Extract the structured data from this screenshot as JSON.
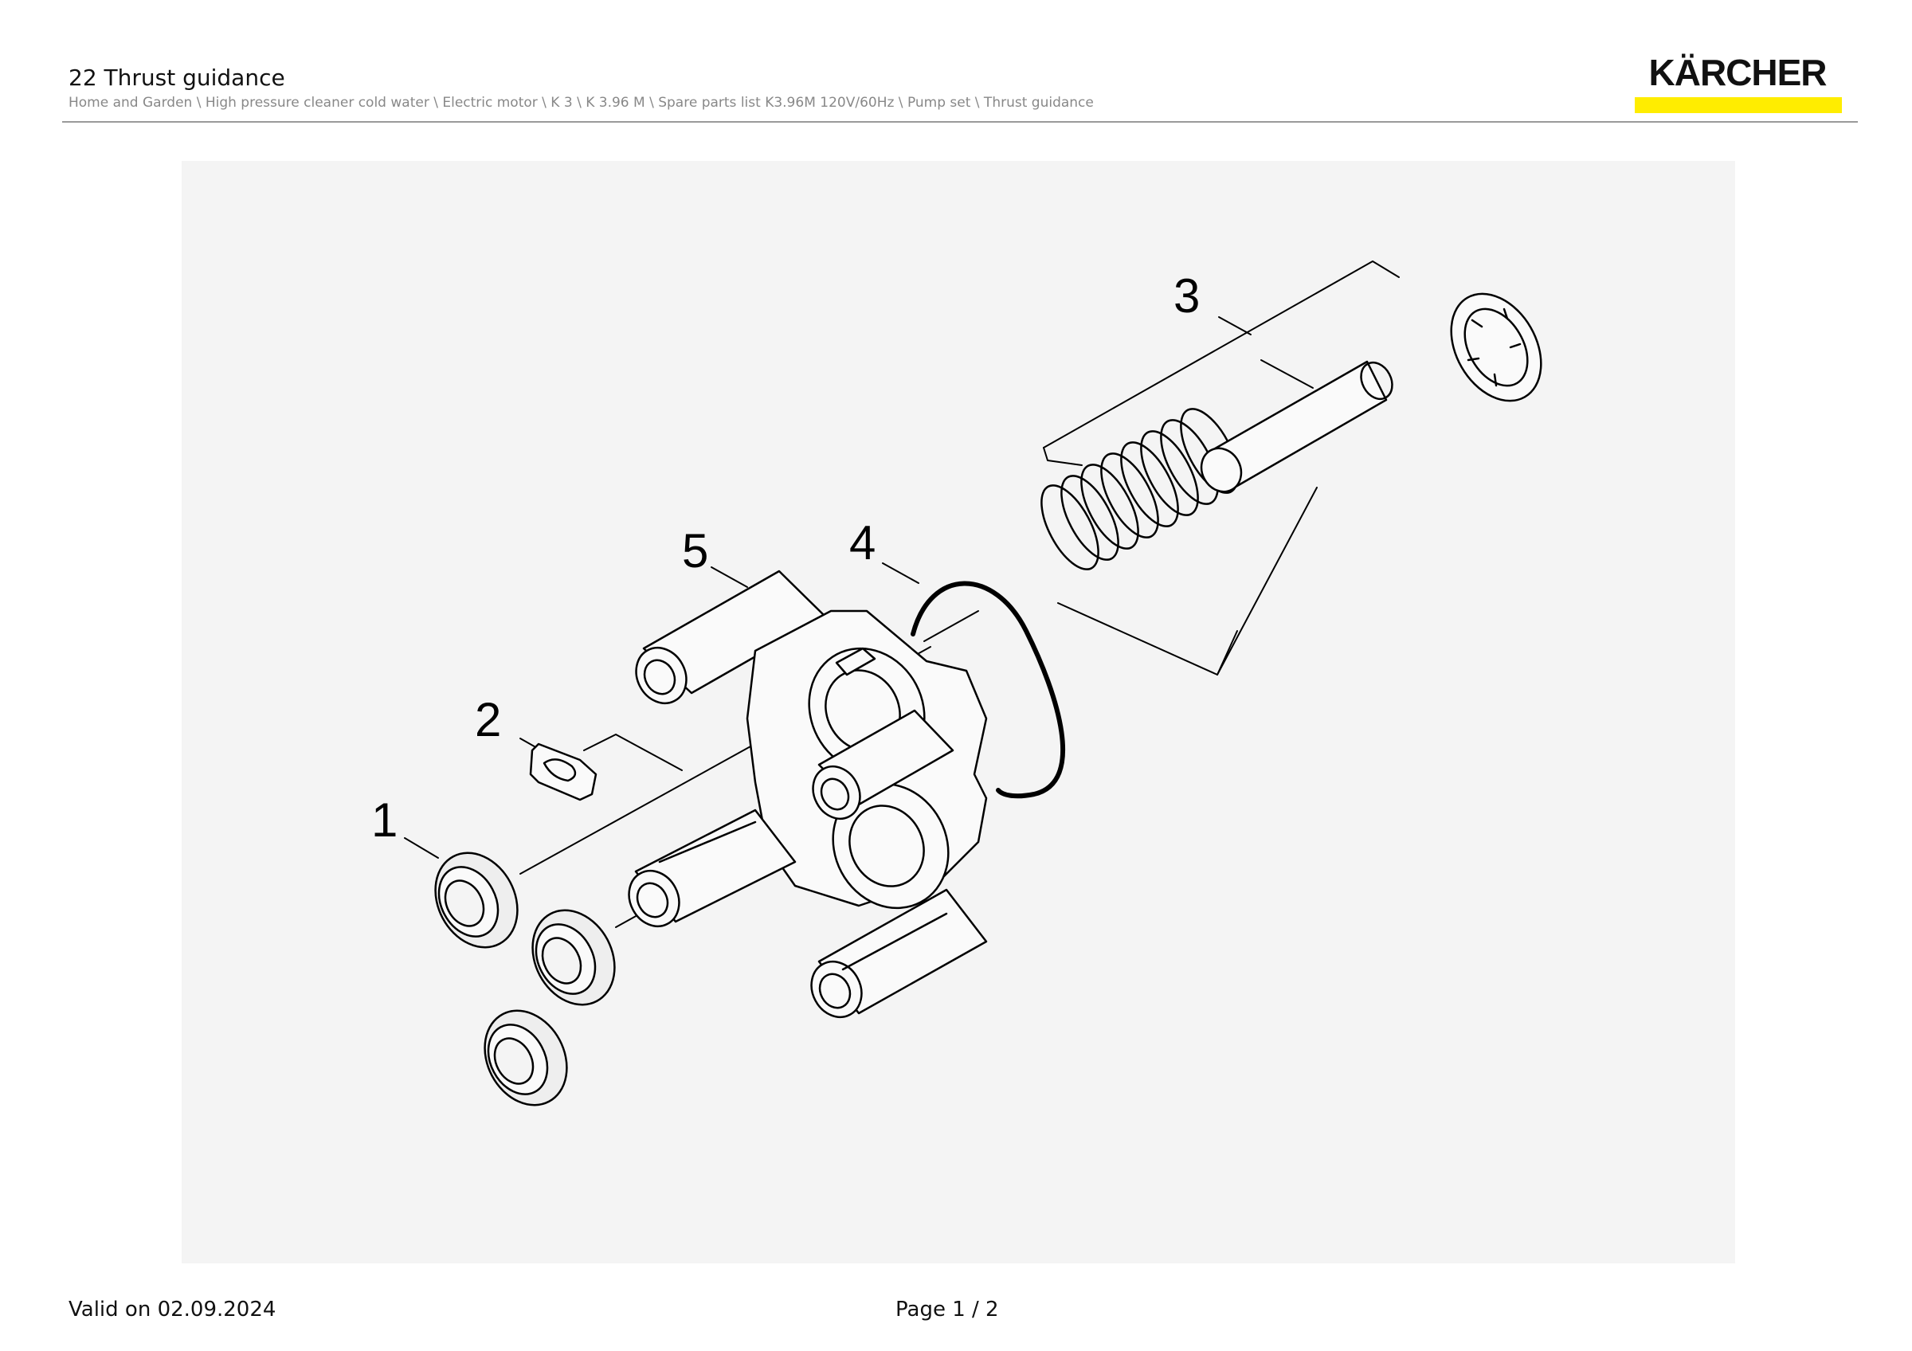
{
  "header": {
    "title": "22 Thrust guidance",
    "breadcrumb": "Home and Garden \\ High pressure cleaner cold water \\ Electric motor \\ K 3 \\ K 3.96 M \\ Spare parts list K3.96M 120V/60Hz \\ Pump set \\ Thrust guidance"
  },
  "logo": {
    "text": "KÄRCHER",
    "bar_color": "#ffed00"
  },
  "diagram": {
    "callouts": [
      "1",
      "2",
      "3",
      "4",
      "5"
    ]
  },
  "footer": {
    "valid": "Valid on 02.09.2024",
    "page": "Page 1 / 2"
  }
}
